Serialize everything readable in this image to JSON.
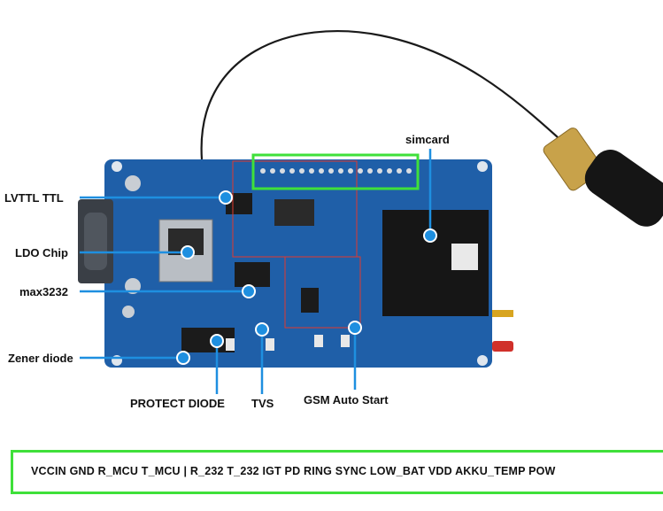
{
  "labels": {
    "simcard": "simcard",
    "lvttl": "LVTTL  TTL",
    "ldo": "LDO Chip",
    "max3232": "max3232",
    "zener": "Zener diode",
    "protect": "PROTECT DIODE",
    "tvs": "TVS",
    "gsm": "GSM Auto Start"
  },
  "pins_row": "VCCIN  GND  R_MCU  T_MCU  |  R_232  T_232  IGT  PD  RING  SYNC  LOW_BAT VDD  AKKU_TEMP  POW",
  "colors": {
    "pcb": "#1f5fa8",
    "callout": "#1e8fe0",
    "highlight": "#3fe03a",
    "antenna_gold": "#c8a24a"
  }
}
